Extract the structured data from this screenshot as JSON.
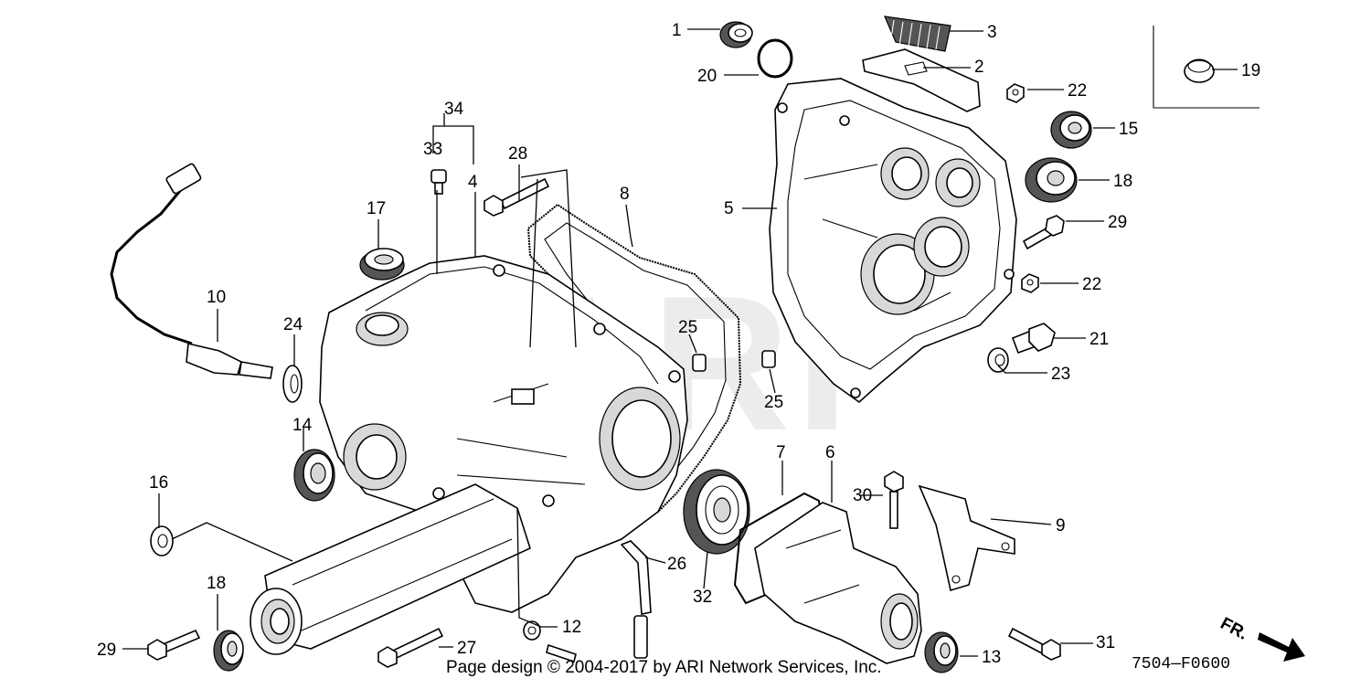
{
  "diagram": {
    "code": "7504—F0600",
    "direction_label": "FR.",
    "watermark": "ARI",
    "footer": "Page design © 2004-2017 by ARI Network Services, Inc."
  },
  "callouts": [
    {
      "id": "c1",
      "label": "1"
    },
    {
      "id": "c2",
      "label": "2"
    },
    {
      "id": "c3",
      "label": "3"
    },
    {
      "id": "c4",
      "label": "4"
    },
    {
      "id": "c5",
      "label": "5"
    },
    {
      "id": "c6",
      "label": "6"
    },
    {
      "id": "c7",
      "label": "7"
    },
    {
      "id": "c8",
      "label": "8"
    },
    {
      "id": "c9",
      "label": "9"
    },
    {
      "id": "c10",
      "label": "10"
    },
    {
      "id": "c12",
      "label": "12"
    },
    {
      "id": "c13",
      "label": "13"
    },
    {
      "id": "c14",
      "label": "14"
    },
    {
      "id": "c15",
      "label": "15"
    },
    {
      "id": "c16",
      "label": "16"
    },
    {
      "id": "c17",
      "label": "17"
    },
    {
      "id": "c18a",
      "label": "18"
    },
    {
      "id": "c18b",
      "label": "18"
    },
    {
      "id": "c19",
      "label": "19"
    },
    {
      "id": "c20",
      "label": "20"
    },
    {
      "id": "c21",
      "label": "21"
    },
    {
      "id": "c22a",
      "label": "22"
    },
    {
      "id": "c22b",
      "label": "22"
    },
    {
      "id": "c23",
      "label": "23"
    },
    {
      "id": "c24",
      "label": "24"
    },
    {
      "id": "c25a",
      "label": "25"
    },
    {
      "id": "c25b",
      "label": "25"
    },
    {
      "id": "c26",
      "label": "26"
    },
    {
      "id": "c27",
      "label": "27"
    },
    {
      "id": "c28",
      "label": "28"
    },
    {
      "id": "c29a",
      "label": "29"
    },
    {
      "id": "c29b",
      "label": "29"
    },
    {
      "id": "c30",
      "label": "30"
    },
    {
      "id": "c31",
      "label": "31"
    },
    {
      "id": "c32",
      "label": "32"
    },
    {
      "id": "c33",
      "label": "33"
    },
    {
      "id": "c34",
      "label": "34"
    }
  ]
}
